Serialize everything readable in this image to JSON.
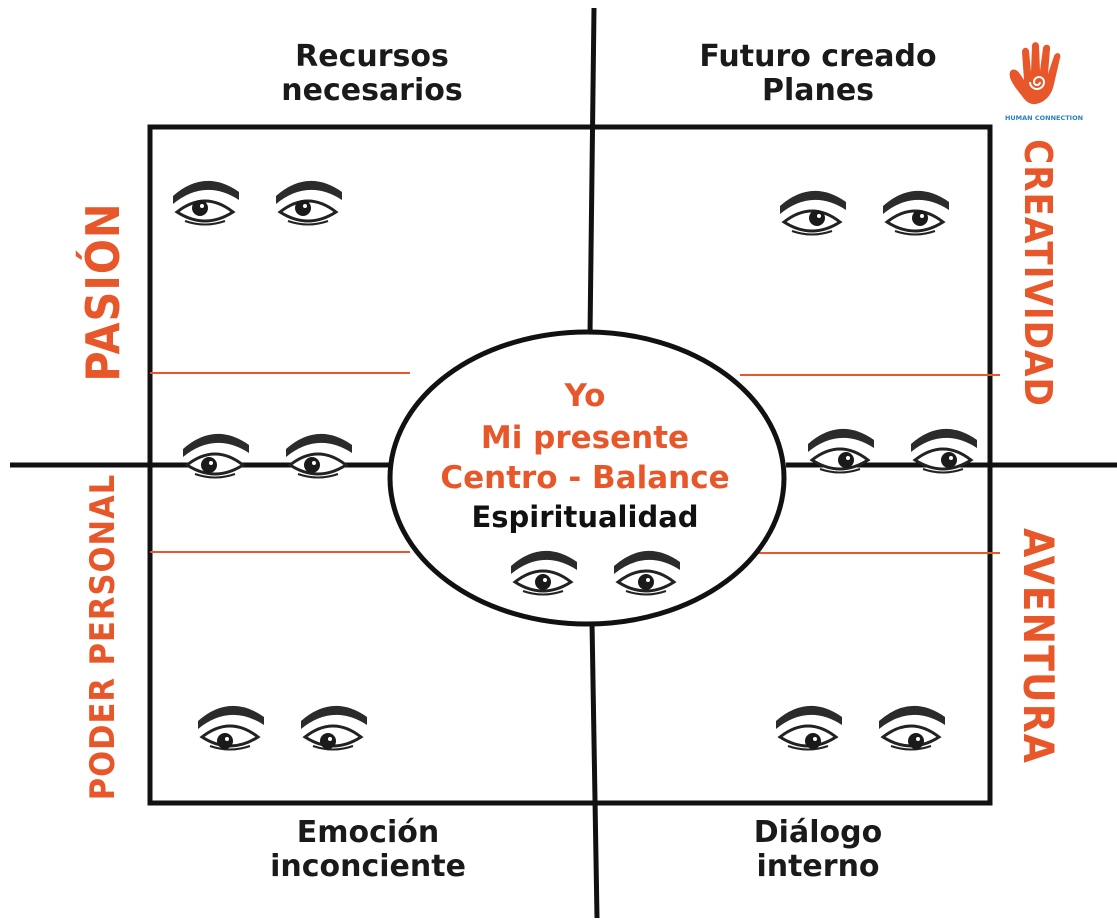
{
  "corner_labels": {
    "top_left": [
      "Recursos",
      "necesarios"
    ],
    "top_right": [
      "Futuro creado",
      "Planes"
    ],
    "bottom_left": [
      "Emoción",
      "inconciente"
    ],
    "bottom_right": [
      "Diálogo",
      "interno"
    ]
  },
  "side_words": {
    "pasion": "PASIÓN",
    "poder_personal": "PODER PERSONAL",
    "creatividad": "CREATIVIDAD",
    "aventura": "AVENTURA"
  },
  "center": {
    "line1": "Yo",
    "line2": "Mi presente",
    "line3": "Centro - Balance",
    "line4": "Espiritualidad"
  },
  "logo_text": "HUMAN CONNECTION",
  "colors": {
    "accent": "#e8572a",
    "line": "#111111"
  },
  "eye_directions": {
    "top_left": "up-left",
    "top_right": "up-right",
    "middle_left": "left",
    "middle_right": "right",
    "center": "straight",
    "bottom_left": "down-left",
    "bottom_right": "down-right"
  }
}
